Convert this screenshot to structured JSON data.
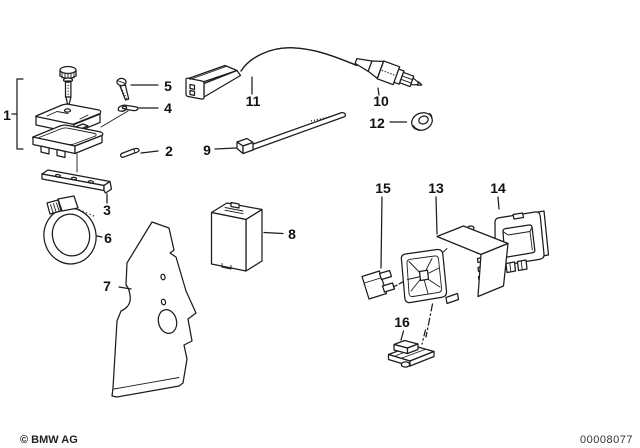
{
  "diagram": {
    "callouts": {
      "1": "1",
      "2": "2",
      "3": "3",
      "4": "4",
      "5": "5",
      "6": "6",
      "7": "7",
      "8": "8",
      "9": "9",
      "10": "10",
      "11": "11",
      "12": "12",
      "13": "13",
      "14": "14",
      "15": "15",
      "16": "16"
    },
    "footer": {
      "copyright": "© BMW AG",
      "number": "00008077"
    }
  }
}
